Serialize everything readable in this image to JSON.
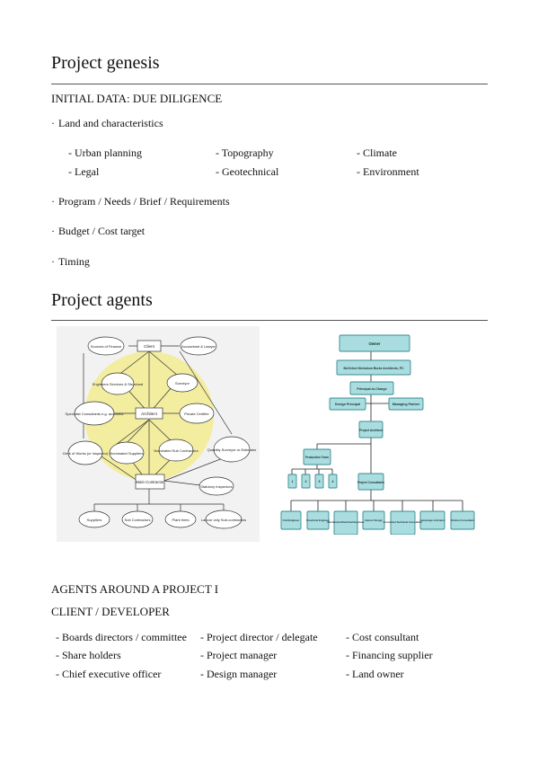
{
  "section1": {
    "title": "Project genesis",
    "subtitle": "INITIAL DATA: DUE DILIGENCE",
    "bullets": [
      "Land and characteristics",
      "Program / Needs / Brief / Requirements",
      "Budget / Cost target",
      "Timing"
    ],
    "land_items": [
      [
        "- Urban planning",
        "- Topography",
        "- Climate"
      ],
      [
        "- Legal",
        "- Geotechnical",
        "- Environment"
      ]
    ]
  },
  "section2": {
    "title": "Project agents",
    "diagram_left": {
      "nodes": {
        "client": "Client",
        "sources_finance": "Sources of Finance",
        "accountant": "Accountant & Lawyer",
        "engineers": "Engineers Services & Structural",
        "surveyor": "Surveyor",
        "specialist": "Specialist Consultants e.g. acoustics",
        "architect": "Architect",
        "planning": "Private Certifier",
        "clerk": "Clerk of Works (or inspector)",
        "nominated_suppliers": "Nominated Suppliers",
        "nominated_sub": "Nominated Sub Contractors",
        "quantity": "Quantity Surveyor or Estimator",
        "main": "Main Contractor",
        "statutory": "Statutory Inspectors",
        "suppliers": "Suppliers",
        "sub_contractors": "Sub Contractors",
        "plant": "Plant hires",
        "labour": "Labour only Sub-contractors"
      }
    },
    "diagram_right": {
      "owner": "Owner",
      "firm": "McGehee Nicholson Burke Architects, PC",
      "principal": "Principal-in-Charge",
      "design_principal": "Design Principal",
      "managing_partner": "Managing Partner",
      "project_architect": "Project Architect",
      "production_team": "Production Team",
      "team_numbers": [
        "1",
        "2",
        "3",
        "4"
      ],
      "project_consultants": "Project Consultants",
      "consultants": [
        "Civil Engineer",
        "Structural Engineer",
        "Mechanical Electrical Engineer",
        "Interior Design",
        "Acoustical Technical Consultant",
        "Landscape Architect",
        "Kitchen Consultant"
      ]
    }
  },
  "section3": {
    "title": "AGENTS AROUND A PROJECT I",
    "subtitle": "CLIENT / DEVELOPER",
    "rows": [
      [
        "- Boards directors / committee",
        "- Project director / delegate",
        "- Cost consultant"
      ],
      [
        "-  Share holders",
        "- Project manager",
        "- Financing supplier"
      ],
      [
        "- Chief executive officer",
        "- Design manager",
        "- Land owner"
      ]
    ]
  },
  "colors": {
    "chart_fill": "#a9dde0",
    "chart_stroke": "#3a8b90",
    "highlight": "#f3eda0"
  }
}
